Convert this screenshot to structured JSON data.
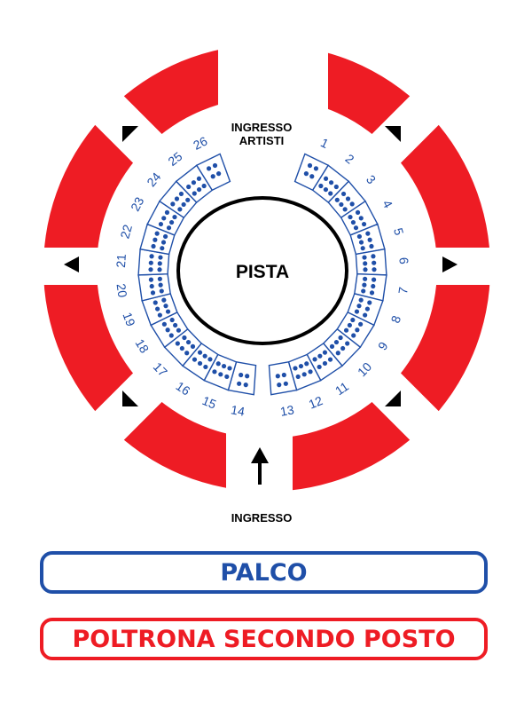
{
  "labels": {
    "artists_entrance": [
      "INGRESSO",
      "ARTISTI"
    ],
    "main_entrance": "INGRESSO",
    "ring": "PISTA"
  },
  "boxes": [
    "1",
    "2",
    "3",
    "4",
    "5",
    "6",
    "7",
    "8",
    "9",
    "10",
    "11",
    "12",
    "13",
    "14",
    "15",
    "16",
    "17",
    "18",
    "19",
    "20",
    "21",
    "22",
    "23",
    "24",
    "25",
    "26"
  ],
  "legend": {
    "palco": "PALCO",
    "poltrona": "POLTRONA SECONDO POSTO"
  },
  "colors": {
    "red": "#ee1c24",
    "blue": "#1f4fa8",
    "black": "#000000"
  }
}
